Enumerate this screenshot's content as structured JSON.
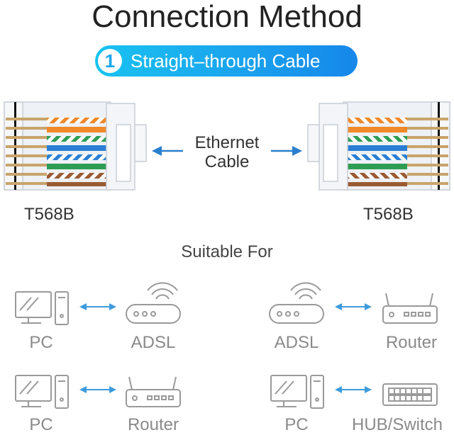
{
  "title": "Connection Method",
  "badge": {
    "number": "1",
    "label": "Straight–through Cable"
  },
  "cable": {
    "label_line1": "Ethernet",
    "label_line2": "Cable",
    "left_standard": "T568B",
    "right_standard": "T568B"
  },
  "suitable_for": {
    "heading": "Suitable For",
    "pairs": [
      {
        "left": "PC",
        "left_icon": "pc-icon",
        "right": "ADSL",
        "right_icon": "adsl-modem-icon"
      },
      {
        "left": "ADSL",
        "left_icon": "adsl-modem-icon",
        "right": "Router",
        "right_icon": "router-icon"
      },
      {
        "left": "PC",
        "left_icon": "pc-icon",
        "right": "Router",
        "right_icon": "router-icon"
      },
      {
        "left": "PC",
        "left_icon": "pc-icon",
        "right": "HUB/Switch",
        "right_icon": "switch-icon"
      }
    ]
  },
  "colors": {
    "accent": "#1aa3ee",
    "arrow": "#2b7fcf",
    "icon": "#999999"
  }
}
